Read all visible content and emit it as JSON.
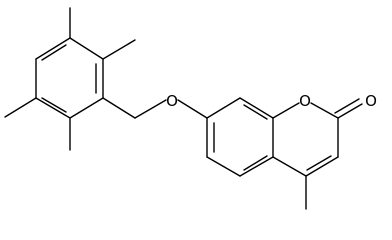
{
  "molecule": {
    "atom_labels": {
      "ether_oxygen": "O",
      "ring_oxygen": "O",
      "carbonyl_oxygen": "O"
    }
  }
}
